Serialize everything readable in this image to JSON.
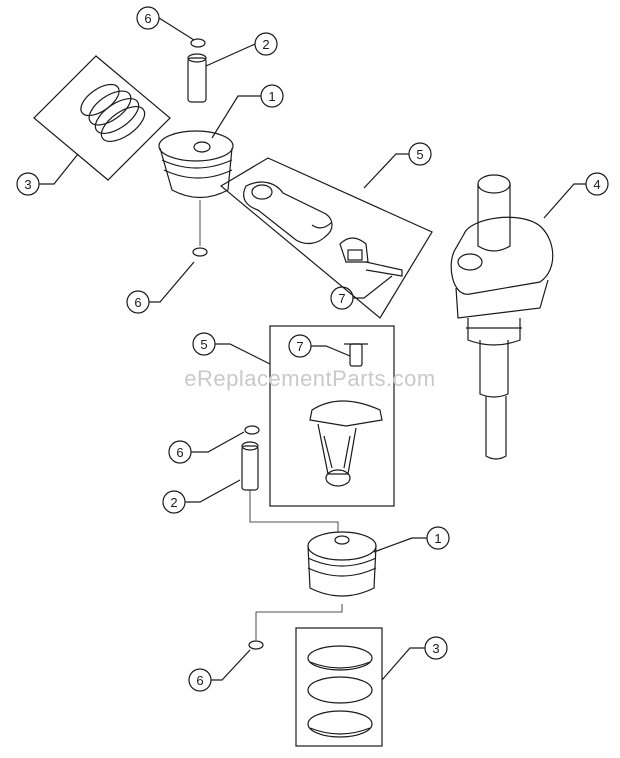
{
  "watermark": "eReplacementParts.com",
  "callouts": {
    "c1_top": "1",
    "c1_bottom": "1",
    "c2_top": "2",
    "c2_bottom": "2",
    "c3_top": "3",
    "c3_bottom": "3",
    "c4": "4",
    "c5_top": "5",
    "c5_bottom": "5",
    "c6_a": "6",
    "c6_b": "6",
    "c6_c": "6",
    "c6_d": "6",
    "c7_top": "7",
    "c7_bottom": "7"
  },
  "colors": {
    "line": "#1a1a1a",
    "watermark": "#c9c9c9",
    "background": "#ffffff"
  }
}
